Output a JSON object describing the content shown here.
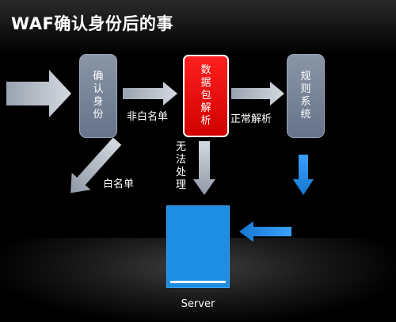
{
  "title": "WAF确认身份后的事",
  "boxes": {
    "identify": "确认身份",
    "parse": "数据包解析",
    "rules": "规则系统"
  },
  "labels": {
    "non_whitelist": "非白名单",
    "normal_parse": "正常解析",
    "whitelist": "白名单",
    "cannot_process": "无法处理"
  },
  "server": "Server",
  "colors": {
    "gray_box": "#7a879a",
    "red_box": "#e00000",
    "server": "#1e8ee2",
    "arrow_gray": "#bfc6d0",
    "arrow_blue": "#2b8fe6"
  }
}
